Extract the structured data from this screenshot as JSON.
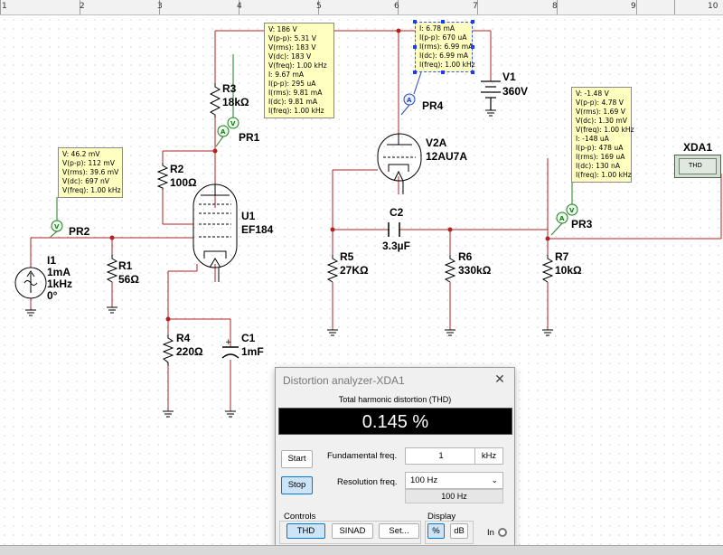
{
  "ruler": {
    "numbers": [
      "1",
      "2",
      "3",
      "4",
      "5",
      "6",
      "7",
      "8",
      "9",
      "10"
    ]
  },
  "schematic": {
    "labels": {
      "r3": "R3",
      "r3v": "18kΩ",
      "pr1": "PR1",
      "r2": "R2",
      "r2v": "100Ω",
      "u1": "U1",
      "u1v": "EF184",
      "pr2": "PR2",
      "i1": "I1",
      "i1a": "1mA",
      "i1b": "1kHz",
      "i1c": "0°",
      "r1": "R1",
      "r1v": "56Ω",
      "r4": "R4",
      "r4v": "220Ω",
      "c1": "C1",
      "c1v": "1mF",
      "v2a": "V2A",
      "v2av": "12AU7A",
      "pr4": "PR4",
      "v1": "V1",
      "v1v": "360V",
      "c2": "C2",
      "c2v": "3.3µF",
      "r5": "R5",
      "r5v": "27KΩ",
      "r6": "R6",
      "r6v": "330kΩ",
      "r7": "R7",
      "r7v": "10kΩ",
      "pr3": "PR3",
      "xda1": "XDA1",
      "xda_face": "THD"
    },
    "probe_pr1": [
      "V: 186 V",
      "V(p-p): 5.31 V",
      "V(rms): 183 V",
      "V(dc): 183 V",
      "V(freq): 1.00 kHz",
      "I: 9.67 mA",
      "I(p-p): 295 uA",
      "I(rms): 9.81 mA",
      "I(dc): 9.81 mA",
      "I(freq): 1.00 kHz"
    ],
    "probe_pr2": [
      "V: 46.2 mV",
      "V(p-p): 112 mV",
      "V(rms): 39.6 mV",
      "V(dc): 697 nV",
      "V(freq): 1.00 kHz"
    ],
    "probe_pr4": [
      "I: 6.78 mA",
      "I(p-p): 670 uA",
      "I(rms): 6.99 mA",
      "I(dc): 6.99 mA",
      "I(freq): 1.00 kHz"
    ],
    "probe_pr3": [
      "V: -1.48 V",
      "V(p-p): 4.78 V",
      "V(rms): 1.69 V",
      "V(dc): 1.30 mV",
      "V(freq): 1.00 kHz",
      "I: -148 uA",
      "I(p-p): 478 uA",
      "I(rms): 169 uA",
      "I(dc): 130 nA",
      "I(freq): 1.00 kHz"
    ]
  },
  "dialog": {
    "title": "Distortion analyzer-XDA1",
    "close": "✕",
    "measure_label": "Total harmonic distortion (THD)",
    "reading": "0.145 %",
    "start": "Start",
    "stop": "Stop",
    "fund_label": "Fundamental freq.",
    "fund_value": "1",
    "fund_unit": "kHz",
    "res_label": "Resolution freq.",
    "res_value": "100 Hz",
    "res_readout": "100 Hz",
    "controls_label": "Controls",
    "display_label": "Display",
    "thd": "THD",
    "sinad": "SINAD",
    "set": "Set...",
    "percent": "%",
    "db": "dB",
    "in_label": "In"
  }
}
